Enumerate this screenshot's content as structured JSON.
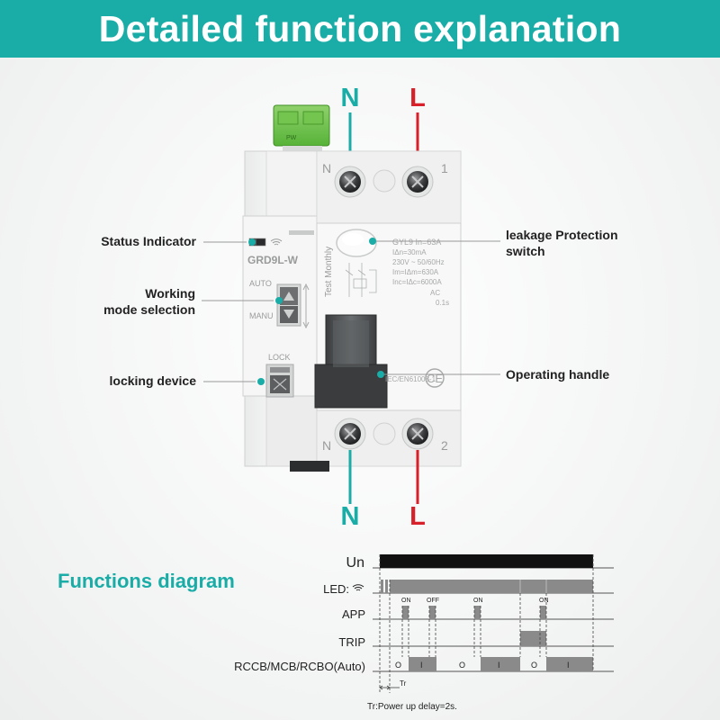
{
  "title": "Detailed function explanation",
  "terminals": {
    "top_n": "N",
    "top_l": "L",
    "bottom_n": "N",
    "bottom_l": "L",
    "device_n_top": "N",
    "device_1": "1",
    "device_n_bottom": "N",
    "device_2": "2"
  },
  "callouts": {
    "status_indicator": "Status Indicator",
    "working_mode_1": "Working",
    "working_mode_2": "mode selection",
    "locking_device": "locking device",
    "leakage_1": "leakage Protection",
    "leakage_2": "switch",
    "operating_handle": "Operating handle"
  },
  "device": {
    "model": "GRD9L-W",
    "auto": "AUTO",
    "manu": "MANU",
    "lock": "LOCK",
    "test_monthly": "Test Monthly",
    "spec_lines": [
      "GYL9    In=63A",
      "IΔn=30mA",
      "230V ~ 50/60Hz",
      "Im=IΔm=630A",
      "Inc=IΔc=6000A",
      "AC",
      "0.1s"
    ],
    "standard": "IEC/EN61008-1",
    "ce": "CE",
    "terminal_block_label": "PW"
  },
  "diagram": {
    "heading": "Functions diagram",
    "rows": {
      "un": "Un",
      "led": "LED:",
      "app": "APP",
      "trip": "TRIP",
      "rccb": "RCCB/MCB/RCBO(Auto)"
    },
    "app_labels": [
      "ON",
      "OFF",
      "ON",
      "ON"
    ],
    "state_labels": [
      "O",
      "I",
      "O",
      "I",
      "O",
      "I"
    ],
    "tr_label": "Tr",
    "footnote": "Tr:Power up delay=2s."
  },
  "colors": {
    "teal": "#1aaca6",
    "red": "#d8202a",
    "dark": "#222222"
  }
}
